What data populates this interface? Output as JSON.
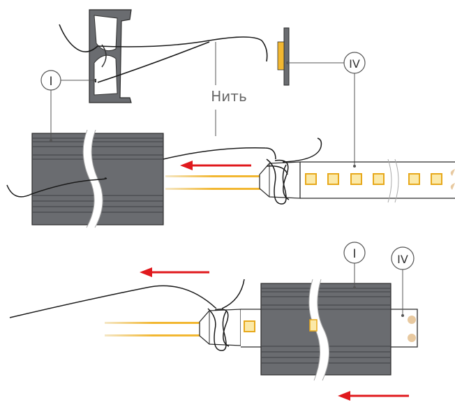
{
  "labels": {
    "profile_label": "I",
    "strip_label": "IV",
    "thread_label": "Нить"
  },
  "colors": {
    "profile": "#6a6c70",
    "profile_light": "#85878b",
    "profile_dark": "#4a4c50",
    "arrow": "#e0191d",
    "wire_yellow": "#f2b731",
    "wire_light": "#f4e7c6",
    "led": "#fbe9a8",
    "led_border": "#e7a81b",
    "outline": "#2b2b2b",
    "thread": "#1a1a1a",
    "callout": "#555555"
  },
  "icons": {
    "push_arrow": "red-left-arrow",
    "profile_cross_section": "profile-section-icon",
    "strip_side_view": "led-strip-side-icon"
  }
}
